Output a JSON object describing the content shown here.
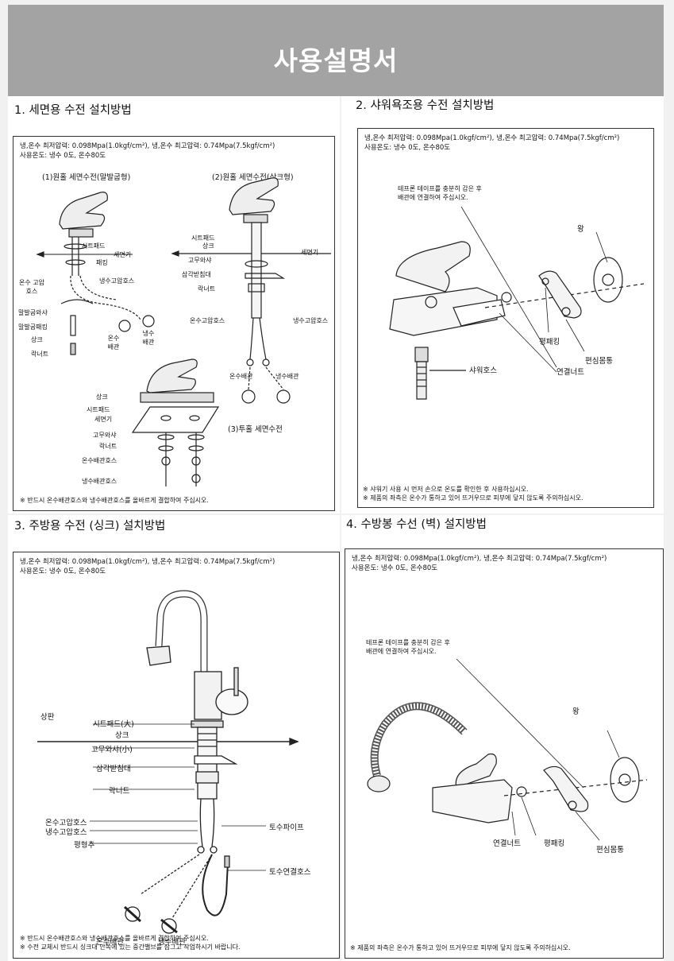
{
  "header": {
    "title": "사용설명서"
  },
  "sections": {
    "s1": {
      "title": "1. 세면용 수전 설치방법",
      "spec_line1": "냉,온수 최저압력: 0.098Mpa(1.0kgf/cm²), 냉,온수 최고압력: 0.74Mpa(7.5kgf/cm²)",
      "spec_line2": "사용온도: 냉수 0도, 온수80도",
      "sub1": "(1)원홀 세면수전(말발굽형)",
      "sub2": "(2)원홀 세면수전(상크형)",
      "sub3": "(3)투홀 세면수전",
      "labels1": [
        "시트패드",
        "세면기",
        "패킹",
        "온수 고압호스",
        "냉수고압호스",
        "말발굽와샤",
        "말발굽패킹",
        "상크",
        "락너트",
        "온수 배관",
        "냉수 배관"
      ],
      "labels2": [
        "시트패드",
        "상크",
        "세면기",
        "고무와샤",
        "삼각받침대",
        "락너트",
        "온수고압호스",
        "냉수고압호스",
        "온수배관",
        "냉수배관"
      ],
      "labels3": [
        "상크",
        "시트패드",
        "세면기",
        "고무와샤",
        "락너트",
        "온수배관호스",
        "냉수배관호스"
      ],
      "note": "※ 반드시 온수배관호스와 냉수배관호스를 올바르게 결합하여 주십시오."
    },
    "s2": {
      "title": "2. 샤워욕조용 수전 설치방법",
      "spec_line1": "냉,온수 최저압력: 0.098Mpa(1.0kgf/cm²), 냉,온수 최고압력: 0.74Mpa(7.5kgf/cm²)",
      "spec_line2": "사용온도: 냉수 0도, 온수80도",
      "tape_line1": "테프론 테이프를 충분히 감은 후",
      "tape_line2": "배관에 연결하여 주십시오.",
      "label_wang": "왕",
      "label_packing": "평패킹",
      "label_eccentric": "편심몸통",
      "label_nut": "연결너트",
      "label_hose": "샤워호스",
      "note1": "※ 샤워기 사용 시 먼저 손으로 온도를 확인한 후 사용하십시오.",
      "note2": "※ 제품의 좌측은 온수가 통하고 있어 뜨거우므로 피부에 닿지 않도록 주의하십시오."
    },
    "s3": {
      "title": "3. 주방용 수전 (싱크) 설치방법",
      "spec_line1": "냉,온수 최저압력: 0.098Mpa(1.0kgf/cm²), 냉,온수 최고압력: 0.74Mpa(7.5kgf/cm²)",
      "spec_line2": "사용온도: 냉수 0도, 온수80도",
      "label_counter": "상판",
      "labels": [
        "시트패드(大)",
        "상크",
        "고무와샤(小)",
        "삼각받침대",
        "락너트",
        "온수고압호스",
        "냉수고압호스",
        "평형추"
      ],
      "label_pipe": "토수파이프",
      "label_conn": "토수연결호스",
      "label_hot": "온수배관",
      "label_cold": "냉수배관",
      "note1": "※ 반드시 온수배관호스와 냉수배관호스를 올바르게 결합하여 주십시오.",
      "note2": "※ 수전 교체시 반드시 싱크대 안쪽에 있는 중간밸브를 잠그고 작업하시기 바랍니다."
    },
    "s4": {
      "title": "4. 수방봉 수선 (벽) 설지방법",
      "spec_line1": "냉,온수 최저압력: 0.098Mpa(1.0kgf/cm²), 냉,온수 최고압력: 0.74Mpa(7.5kgf/cm²)",
      "spec_line2": "사용온도: 냉수 0도, 온수80도",
      "tape_line1": "테프론 테이프를 충분히 감은 후",
      "tape_line2": "배관에 연결하여 주십시오.",
      "label_wang": "왕",
      "label_nut": "연결너트",
      "label_packing": "평패킹",
      "label_eccentric": "편심몸통",
      "note": "※ 제품의 좌측은 온수가 통하고 있어 뜨거우므로 피부에 닿지 않도록 주의하십시오."
    }
  }
}
